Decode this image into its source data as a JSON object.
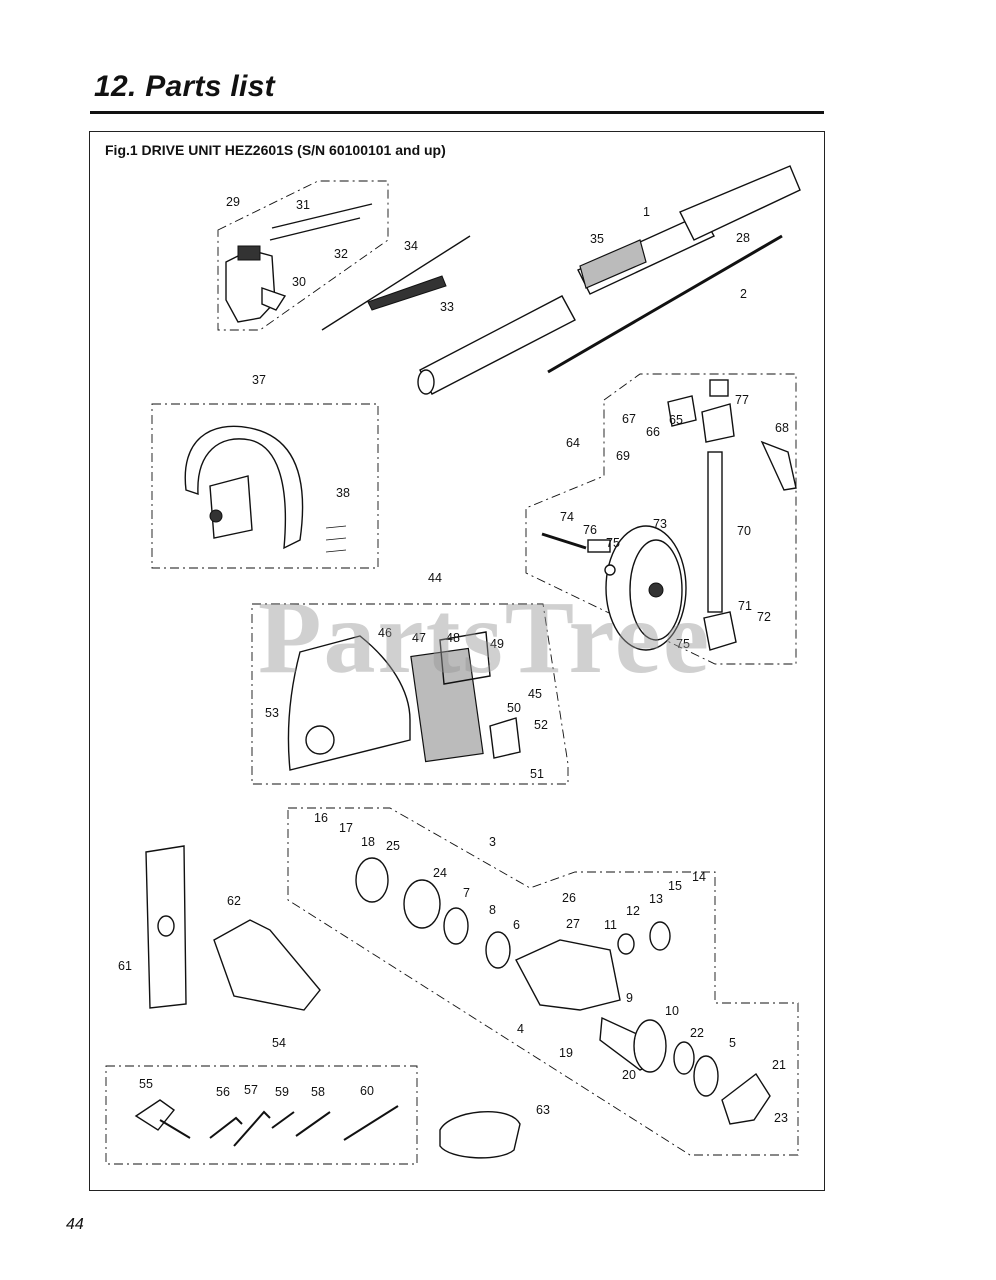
{
  "header": {
    "title": "12. Parts list"
  },
  "figure": {
    "caption": "Fig.1 DRIVE UNIT  HEZ2601S  (S/N 60100101 and up)"
  },
  "watermark": "PartsTree",
  "page_number": "44",
  "labels": [
    "1",
    "2",
    "3",
    "4",
    "5",
    "6",
    "7",
    "8",
    "9",
    "10",
    "11",
    "12",
    "13",
    "14",
    "15",
    "16",
    "17",
    "18",
    "19",
    "20",
    "21",
    "22",
    "23",
    "24",
    "25",
    "26",
    "27",
    "28",
    "29",
    "30",
    "31",
    "32",
    "33",
    "34",
    "35",
    "37",
    "38",
    "44",
    "45",
    "46",
    "47",
    "48",
    "49",
    "50",
    "51",
    "52",
    "53",
    "54",
    "55",
    "56",
    "57",
    "58",
    "59",
    "60",
    "61",
    "62",
    "63",
    "64",
    "65",
    "66",
    "67",
    "68",
    "69",
    "70",
    "71",
    "72",
    "73",
    "74",
    "75",
    "75",
    "76",
    "77"
  ]
}
